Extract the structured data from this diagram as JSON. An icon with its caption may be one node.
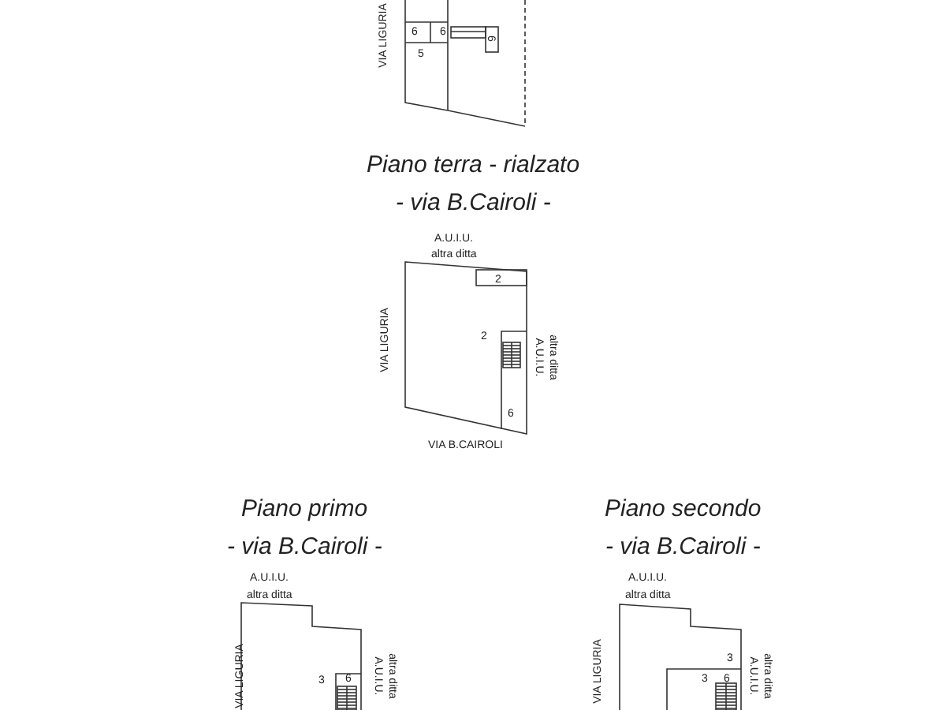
{
  "diagram": {
    "labels": [
      "VIA LIGURIA",
      "6",
      "6",
      "6",
      "5",
      "Piano terra - rialzato",
      "- via B.Cairoli -",
      "A.U.I.U.",
      "altra ditta",
      "2",
      "VIA LIGURIA",
      "2",
      "A.U.I.U.",
      "altra ditta",
      "6",
      "VIA B.CAIROLI",
      "Piano primo",
      "- via B.Cairoli -",
      "A.U.I.U.",
      "altra ditta",
      "VIA LIGURIA",
      "3",
      "6",
      "A.U.I.U.",
      "altra ditta",
      "Piano secondo",
      "- via B.Cairoli -",
      "A.U.I.U.",
      "altra ditta",
      "VIA LIGURIA",
      "3",
      "3",
      "6",
      "A.U.I.U.",
      "altra ditta"
    ]
  }
}
